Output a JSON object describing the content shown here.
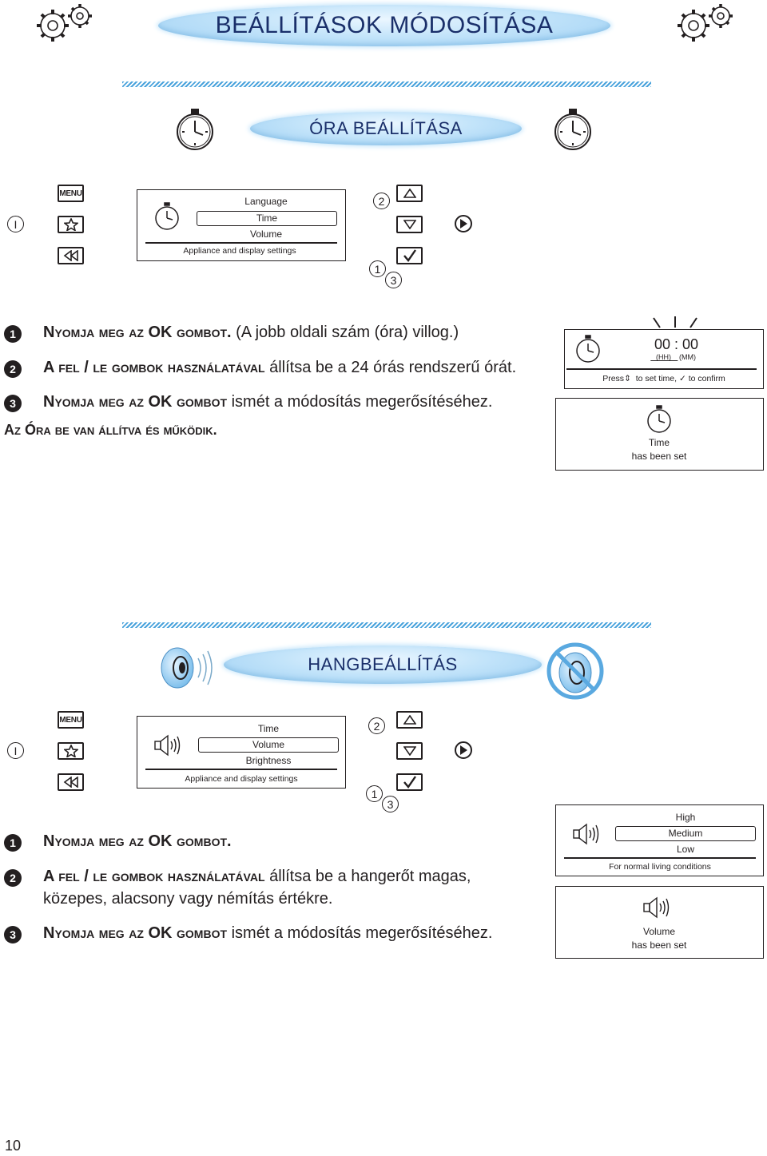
{
  "header": {
    "title": "BEÁLLÍTÁSOK MÓDOSÍTÁSA"
  },
  "clock_section": {
    "title": "ÓRA BEÁLLÍTÁSA",
    "side_label": "I",
    "keys": {
      "menu": "MENU"
    },
    "step_markers": {
      "up": "2",
      "ok_a": "1",
      "ok_b": "3"
    },
    "menu_display": {
      "items": [
        "Language",
        "Time",
        "Volume"
      ],
      "footer": "Appliance and display settings"
    },
    "steps": [
      {
        "num": "1",
        "sc": "Nyomja meg az",
        "key": "OK",
        "sc2": "gombot.",
        "rest": " (A jobb oldali szám (óra) villog.)"
      },
      {
        "num": "2",
        "sc": "A fel / le gombok használatával",
        "key": "",
        "sc2": "",
        "rest": "  állítsa be a 24 órás rendszerű órát."
      },
      {
        "num": "3",
        "sc": "Nyomja meg az",
        "key": "OK",
        "sc2": "gombot",
        "rest": " ismét a módosítás megerősítéséhez."
      }
    ],
    "summary_a": "Az",
    "summary_b": "Óra",
    "summary_c": "be van állítva és működik.",
    "time_display": {
      "value": "00 : 00",
      "hh": "(HH)",
      "mm": "(MM)",
      "hint_press": "Press",
      "hint_set": "to set time,",
      "hint_confirm": "to confirm"
    },
    "confirm_display": {
      "line1": "Time",
      "line2": "has been set"
    }
  },
  "sound_section": {
    "title": "HANGBEÁLLÍTÁS",
    "side_label": "I",
    "keys": {
      "menu": "MENU"
    },
    "step_markers": {
      "up": "2",
      "ok_a": "1",
      "ok_b": "3"
    },
    "menu_display": {
      "items": [
        "Time",
        "Volume",
        "Brightness"
      ],
      "footer": "Appliance and display settings"
    },
    "steps": [
      {
        "num": "1",
        "sc": "Nyomja meg az",
        "key": "OK",
        "sc2": "gombot.",
        "rest": ""
      },
      {
        "num": "2",
        "sc": "A fel / le gombok használatával",
        "key": "",
        "sc2": "",
        "rest": " állítsa be a hangerőt magas,",
        "rest2": "közepes, alacsony vagy némítás értékre."
      },
      {
        "num": "3",
        "sc": "Nyomja meg az",
        "key": "OK",
        "sc2": "gombot",
        "rest": " ismét a módosítás megerősítéséhez."
      }
    ],
    "volume_display": {
      "items": [
        "High",
        "Medium",
        "Low"
      ],
      "footer": "For normal living conditions"
    },
    "confirm_display": {
      "line1": "Volume",
      "line2": "has been set"
    }
  },
  "footer": {
    "page_number": "10"
  },
  "colors": {
    "banner": "#9ccff3",
    "hatch": "#4aa3dc",
    "text": "#231f20",
    "title": "#1a2f6a"
  }
}
